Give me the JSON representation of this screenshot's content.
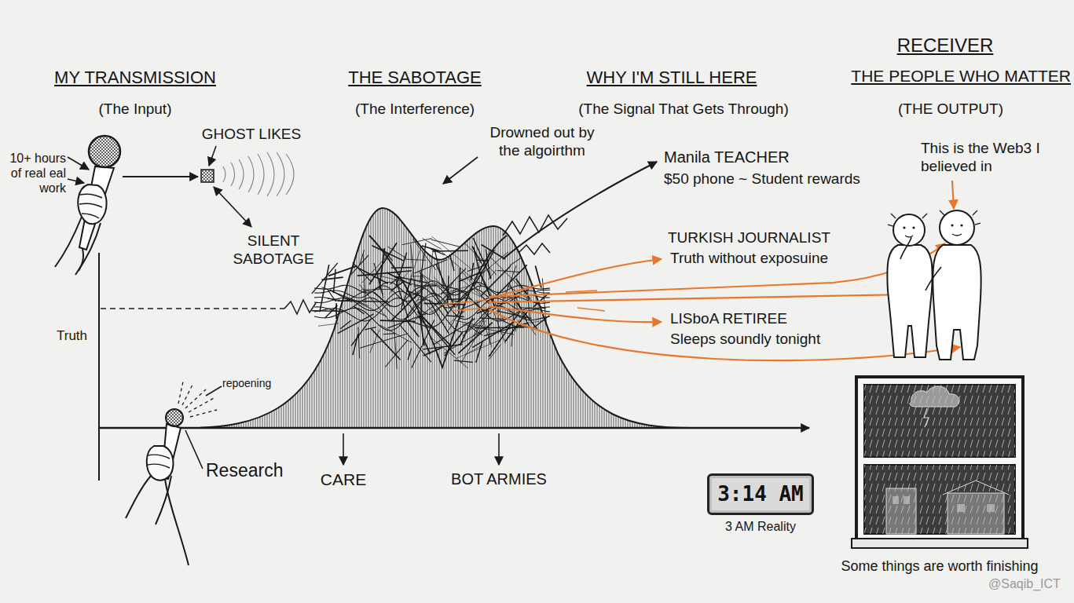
{
  "diagram": {
    "nodes": [
      {
        "text": [
          "3:14 AM",
          "3 AM Reality"
        ]
      },
      {
        "text": [
          "Some things are worth finishing"
        ]
      }
    ],
    "labels": [
      "MY TRANSMISSION",
      "(The Input)",
      "GHOST LIKES",
      "10+ hours of real eal work",
      "SILENT SABOTAGE",
      "Truth",
      "repoening",
      "Research",
      "THE SABOTAGE",
      "(The Interference)",
      "Drowned out by the algoirthm",
      "CARE",
      "BOT ARMIES",
      "WHY I'M STILL HERE",
      "(The Signal That Gets Through)",
      "Manila TEACHER",
      "$50 phone ~ Student rewards",
      "TURKISH JOURNALIST",
      "Truth without exposuine",
      "LISboA RETIREE",
      "Sleeps soundly tonight",
      "RECEIVER",
      "THE PEOPLE WHO MATTER",
      "(THE OUTPUT)",
      "This is the Web3 I believed in",
      "@Saqib_ICT"
    ]
  }
}
